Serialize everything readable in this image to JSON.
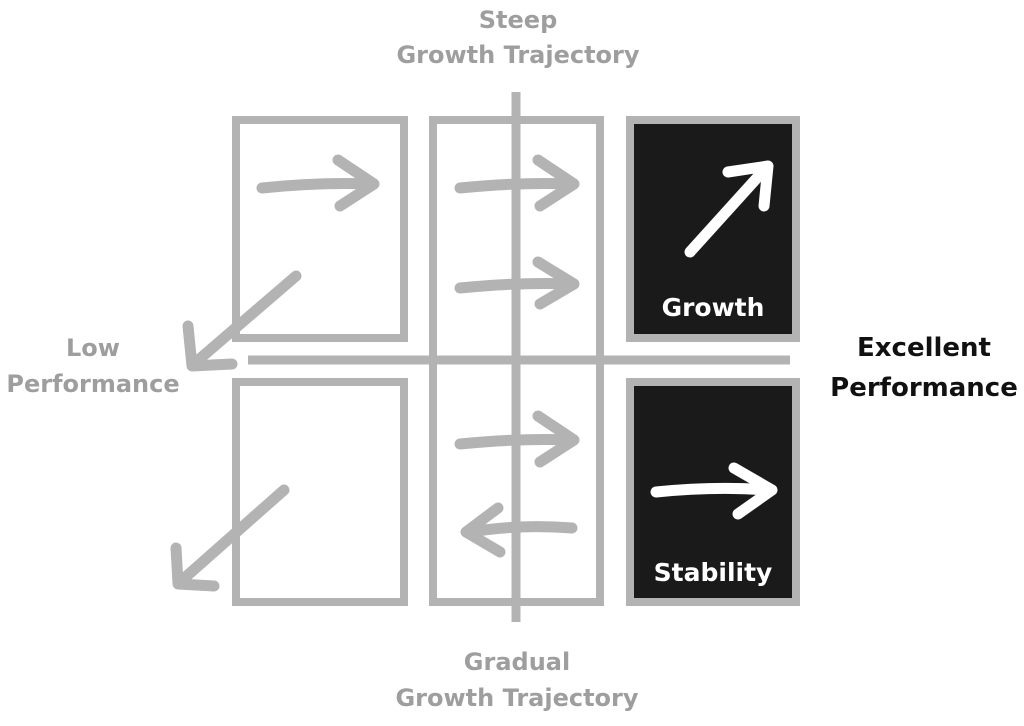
{
  "axis_labels": {
    "top_line1": "Steep",
    "top_line2": "Growth Trajectory",
    "bottom_line1": "Gradual",
    "bottom_line2": "Growth Trajectory",
    "left_line1": "Low",
    "left_line2": "Performance",
    "right_line1": "Excellent",
    "right_line2": "Performance"
  },
  "quadrants": {
    "top_right_label": "Growth",
    "bottom_right_label": "Stability"
  },
  "colors": {
    "grey": "#b3b3b3",
    "dark_fill": "#1a1a1a",
    "white": "#ffffff",
    "label_grey": "#9e9e9e",
    "label_dark": "#111111"
  }
}
